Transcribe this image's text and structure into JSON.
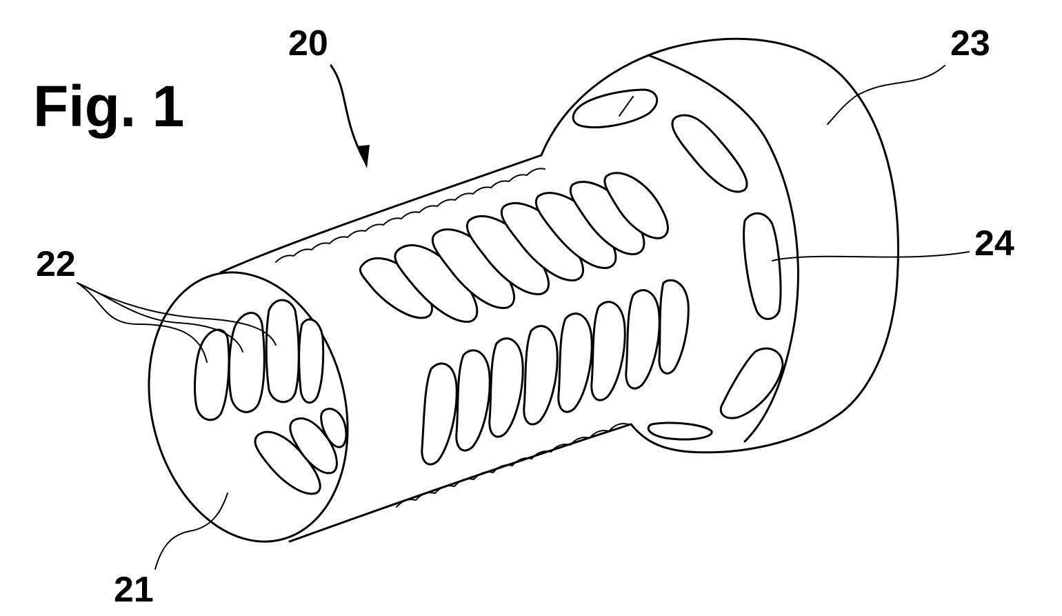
{
  "figure_title": "Fig. 1",
  "reference_numerals": {
    "device": "20",
    "open_end": "21",
    "slots": "22",
    "flange": "23",
    "flange_opening": "24"
  }
}
